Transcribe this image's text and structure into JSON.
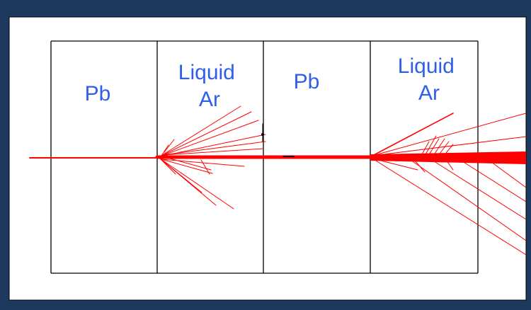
{
  "layers": [
    {
      "label_lines": [
        "Pb"
      ]
    },
    {
      "label_lines": [
        "Liquid",
        "Ar"
      ]
    },
    {
      "label_lines": [
        "Pb"
      ]
    },
    {
      "label_lines": [
        "Liquid",
        "Ar"
      ]
    }
  ],
  "colors": {
    "frame_background": "#1d3a5e",
    "panel_background": "#ffffff",
    "label_text": "#2f5ee8",
    "track": "#ff0000",
    "layer_lines": "#000000"
  }
}
